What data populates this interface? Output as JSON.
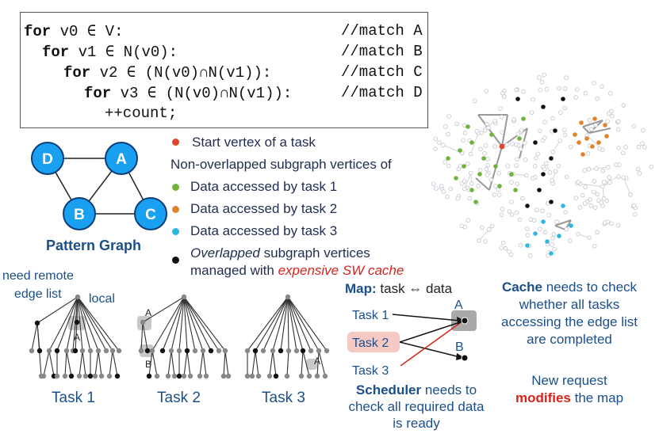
{
  "code": {
    "lines": [
      {
        "kw": "for",
        "rest": " v0 ∈ V:",
        "comment": "//match A"
      },
      {
        "kw": "for",
        "rest": " v1 ∈ N(v0):",
        "comment": "//match B"
      },
      {
        "kw": "for",
        "rest": " v2 ∈ (N(v0)∩N(v1)):",
        "comment": "//match C"
      },
      {
        "kw": "for",
        "rest": " v3 ∈ (N(v0)∩N(v1)):",
        "comment": "//match D"
      },
      {
        "kw": "",
        "rest": "++count;",
        "comment": ""
      }
    ]
  },
  "pattern_graph": {
    "caption": "Pattern Graph",
    "nodes": [
      "D",
      "A",
      "B",
      "C"
    ]
  },
  "legend": {
    "start_vertex": "Start vertex of a task",
    "non_overlapped_header": "Non-overlapped subgraph vertices of",
    "task1": "Data accessed by task 1",
    "task2": "Data accessed by task 2",
    "task3": "Data accessed by task 3",
    "overlapped_italic": "Overlapped",
    "overlapped_rest": " subgraph vertices",
    "managed_with": "managed with ",
    "sw_cache": "expensive SW cache",
    "colors": {
      "start": "#e0442b",
      "task1": "#6fb43a",
      "task2": "#e2832c",
      "task3": "#2cb8e0",
      "overlap": "#111111"
    }
  },
  "trees": {
    "need_remote": "need remote",
    "edge_list": "edge list",
    "local": "local",
    "label_a1": "A",
    "label_a2": "A",
    "label_b2": "B",
    "label_a3": "A",
    "task1": "Task 1",
    "task2": "Task 2",
    "task3": "Task 3"
  },
  "map": {
    "title_bold": "Map:",
    "title_rest": " task ⇔ data",
    "task1": "Task 1",
    "task2": "Task 2",
    "task3": "Task 3",
    "a": "A",
    "b": "B",
    "scheduler_bold": "Scheduler",
    "scheduler_rest1": " needs to",
    "scheduler_line2": "check all required data",
    "scheduler_line3": "is ready"
  },
  "cache_note": {
    "bold": "Cache",
    "rest1": " needs to check",
    "line2": "whether all tasks",
    "line3": "accessing the edge list",
    "line4": "are completed",
    "new_request": "New request",
    "modifies": "modifies",
    "the_map": " the map"
  }
}
